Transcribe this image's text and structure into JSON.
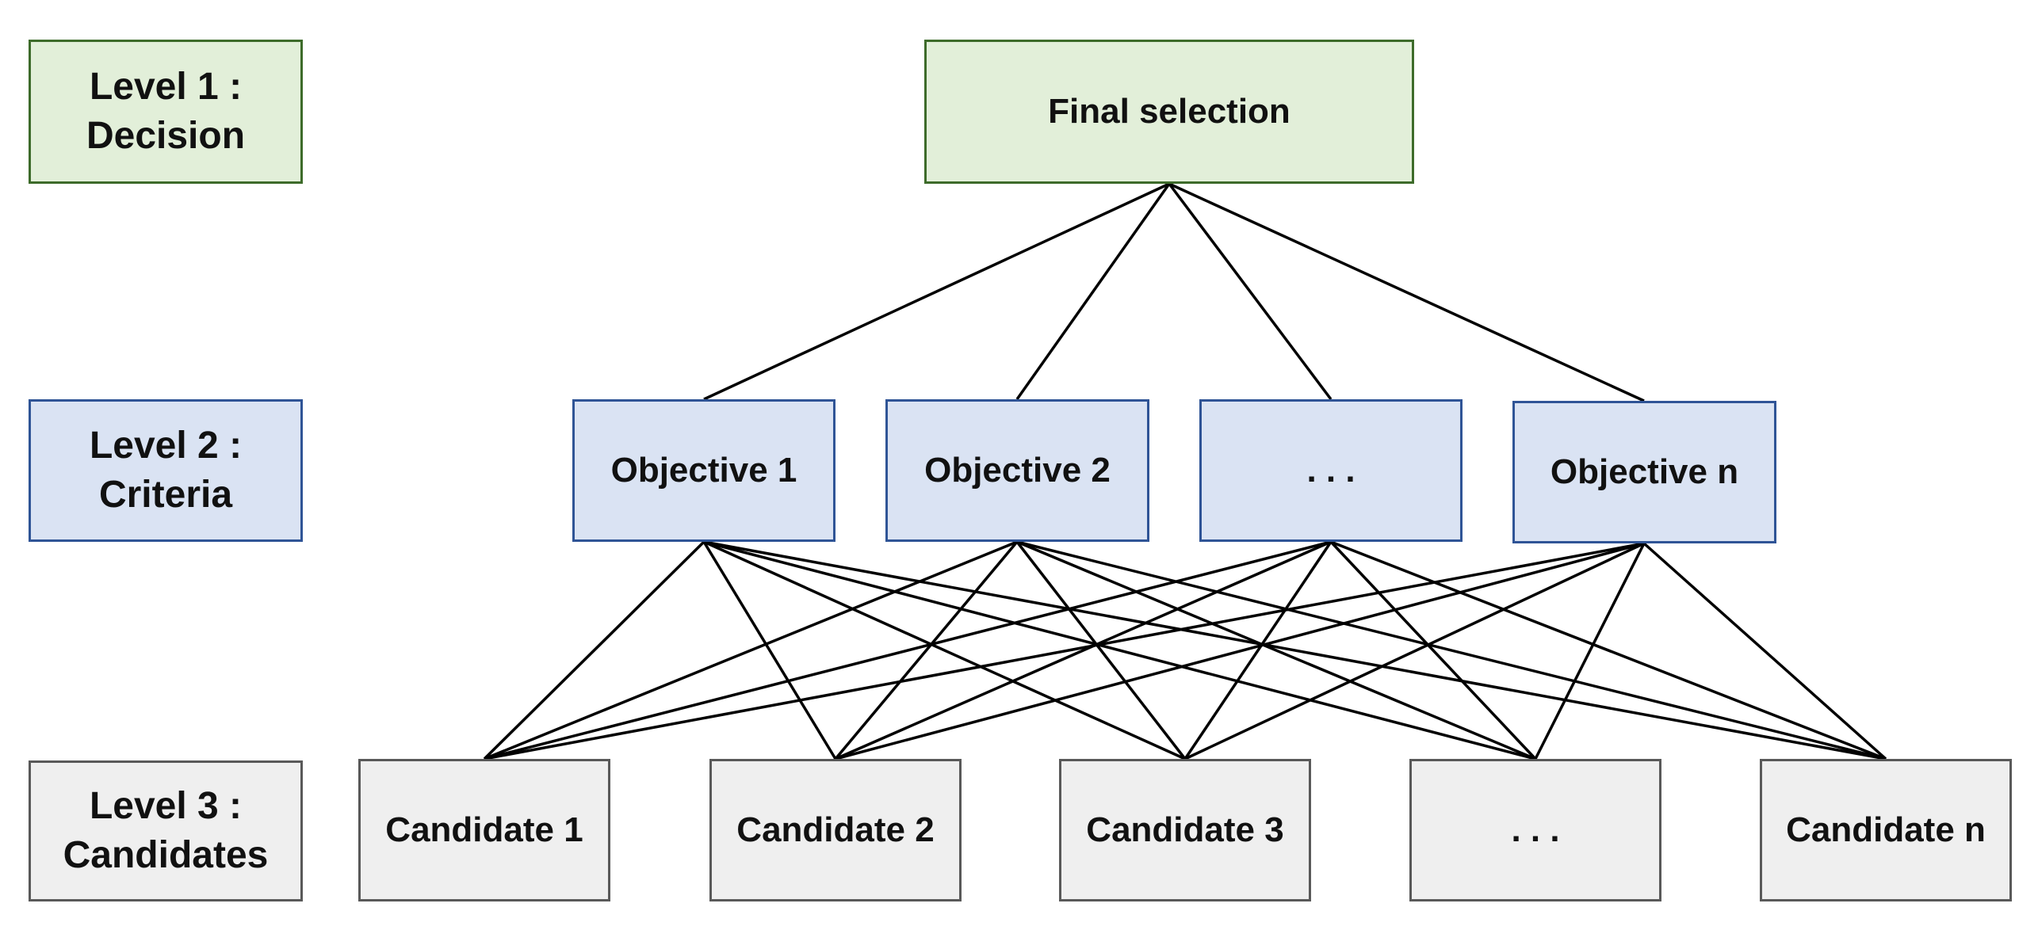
{
  "levels": {
    "decision": {
      "line1": "Level 1 :",
      "line2": "Decision"
    },
    "criteria": {
      "line1": "Level 2 :",
      "line2": "Criteria"
    },
    "candidates": {
      "line1": "Level 3 :",
      "line2": "Candidates"
    }
  },
  "top": {
    "label": "Final selection"
  },
  "objectives": [
    "Objective 1",
    "Objective 2",
    ". . .",
    "Objective n"
  ],
  "candidates": [
    "Candidate 1",
    "Candidate 2",
    "Candidate 3",
    ". . .",
    "Candidate n"
  ],
  "colors": {
    "decision_fill": "#e2efd9",
    "decision_border": "#3d6b2a",
    "criteria_fill": "#dae3f3",
    "criteria_border": "#2f5496",
    "candidate_fill": "#efefef",
    "candidate_border": "#595959",
    "line": "#000000"
  }
}
